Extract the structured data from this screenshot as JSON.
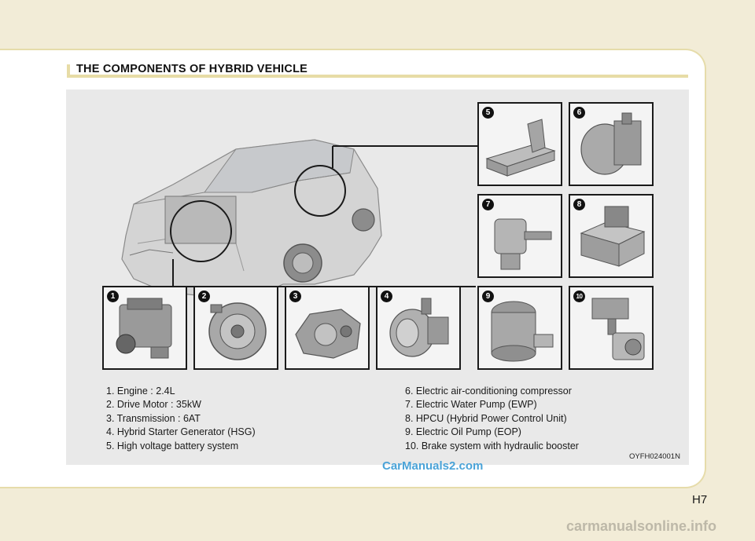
{
  "section": {
    "title": "THE COMPONENTS OF HYBRID VEHICLE"
  },
  "components": [
    {
      "num": "1",
      "text": "1. Engine : 2.4L"
    },
    {
      "num": "2",
      "text": "2. Drive Motor : 35kW"
    },
    {
      "num": "3",
      "text": "3. Transmission : 6AT"
    },
    {
      "num": "4",
      "text": "4. Hybrid Starter Generator (HSG)"
    },
    {
      "num": "5",
      "text": "5. High voltage battery system"
    },
    {
      "num": "6",
      "text": "6. Electric air-conditioning compressor"
    },
    {
      "num": "7",
      "text": "7. Electric Water Pump (EWP)"
    },
    {
      "num": "8",
      "text": "8. HPCU (Hybrid Power Control Unit)"
    },
    {
      "num": "9",
      "text": "9. Electric Oil Pump (EOP)"
    },
    {
      "num": "10",
      "text": "10. Brake system with hydraulic booster"
    }
  ],
  "figure_code": "OYFH024001N",
  "watermark_top": "CarManuals2.com",
  "page_number": "H7",
  "watermark_bottom": "carmanualsonline.info"
}
